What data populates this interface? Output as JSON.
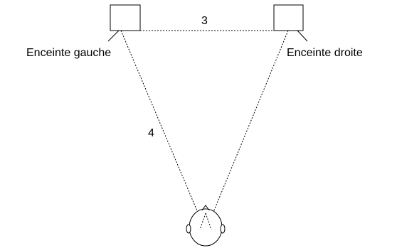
{
  "diagram": {
    "distance_between_speakers": "3",
    "distance_to_listener": "4",
    "left_speaker": {
      "label": "Enceinte gauche"
    },
    "right_speaker": {
      "label": "Enceinte droite"
    },
    "colors": {
      "stroke": "#000000",
      "background": "#ffffff"
    }
  }
}
